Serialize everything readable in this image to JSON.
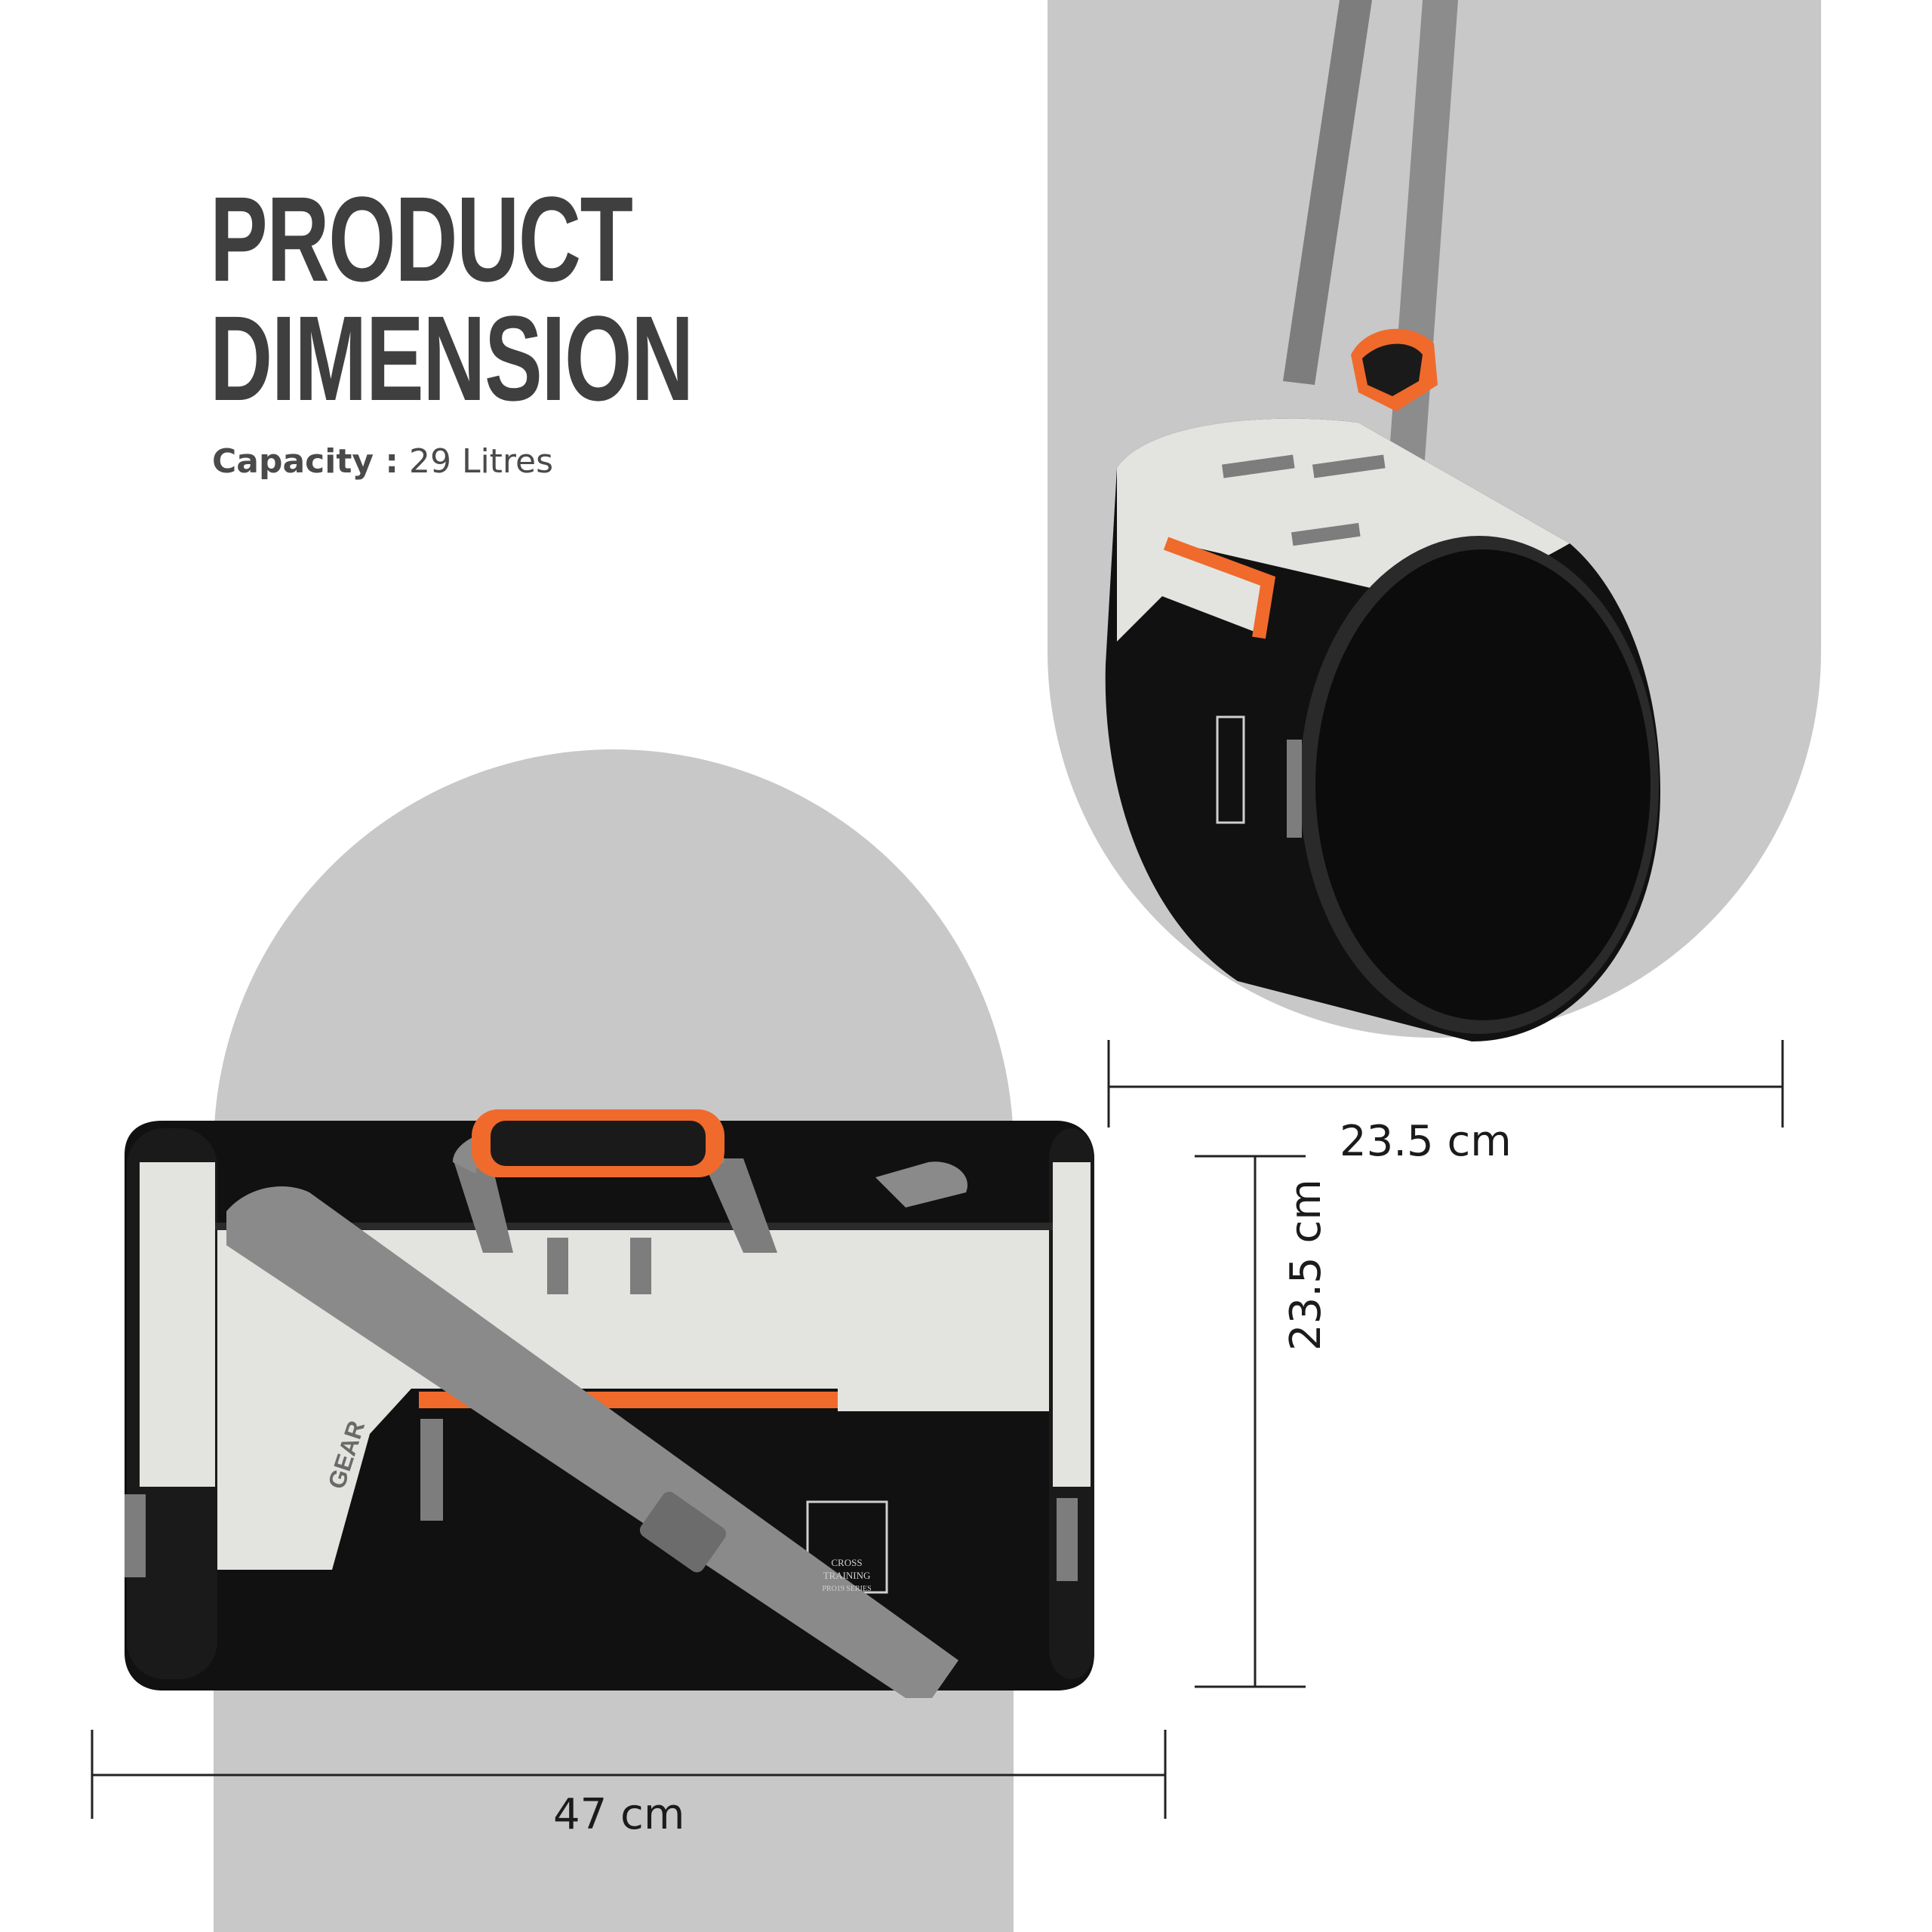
{
  "heading": {
    "line1": "PRODUCT",
    "line2": "DIMENSION"
  },
  "capacity": {
    "label": "Capacity :",
    "value": "29 Litres"
  },
  "dimensions": {
    "width": "47 cm",
    "depth": "23.5 cm",
    "height": "23.5 cm"
  },
  "bag_badge": {
    "brand": "GEAR",
    "patch_line1": "CROSS",
    "patch_line2": "TRAINING",
    "patch_line3": "PRO19 SERIES"
  },
  "colors": {
    "background": "#ffffff",
    "arch": "#c8c8c8",
    "bag_black": "#111111",
    "bag_light": "#e3e4df",
    "accent_orange": "#f06a2c",
    "strap_grey": "#8a8a8a",
    "heading_text": "#3f3f3f"
  }
}
